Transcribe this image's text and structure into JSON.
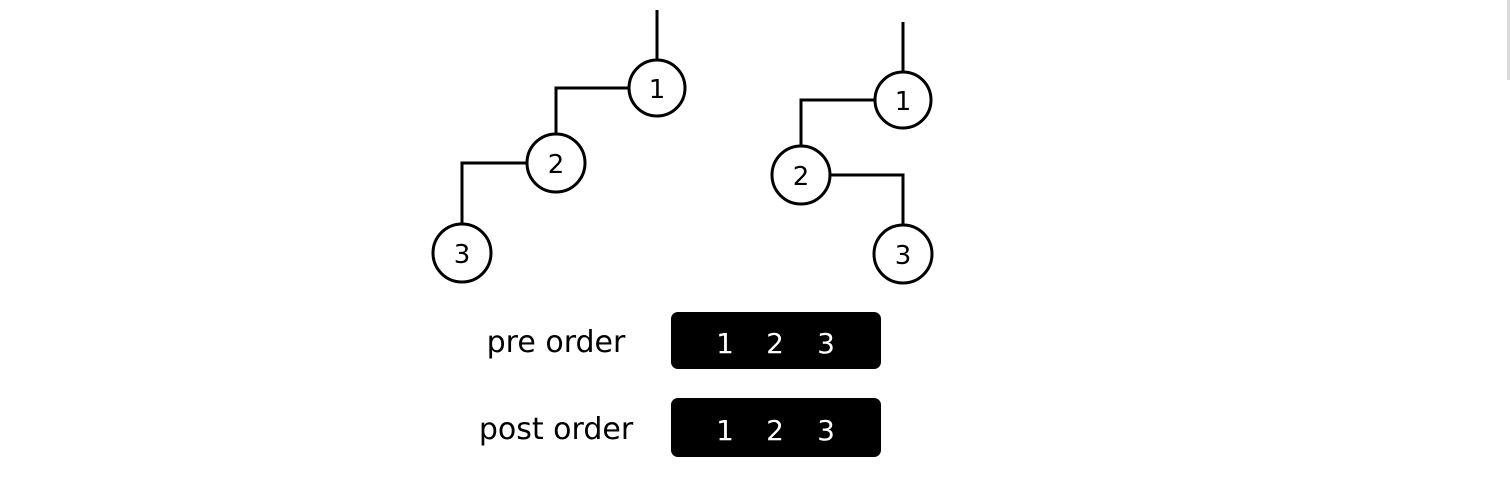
{
  "trees": [
    {
      "nodes": [
        "1",
        "2",
        "3"
      ]
    },
    {
      "nodes": [
        "1",
        "2",
        "3"
      ]
    }
  ],
  "orders": [
    {
      "label": "pre order",
      "values": [
        "1",
        "2",
        "3"
      ]
    },
    {
      "label": "post order",
      "values": [
        "1",
        "2",
        "3"
      ]
    }
  ],
  "colors": {
    "line": "#000000",
    "box": "#000000",
    "box_text": "#ffffff"
  }
}
